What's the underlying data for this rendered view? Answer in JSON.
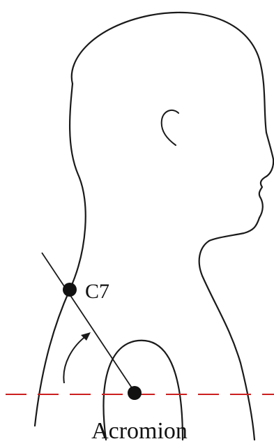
{
  "labels": {
    "c7": "C7",
    "acromion": "Acromion"
  },
  "colors": {
    "outline": "#1a1a1a",
    "horizontal_reference": "#cc1f1f",
    "landmark_dot": "#111111"
  },
  "icons": {
    "angle_indicator": "curved-arrow"
  }
}
